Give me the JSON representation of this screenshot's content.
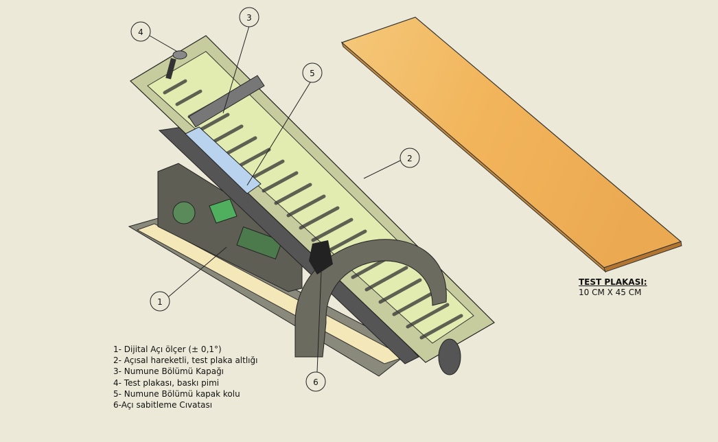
{
  "legend": {
    "items": [
      "1- Dijital Açı ölçer  (± 0,1°)",
      "2- Açısal hareketli, test plaka altlığı",
      "3- Numune Bölümü Kapağı",
      "4- Test plakası, baskı pimi",
      "5- Numune Bölümü kapak kolu",
      "6-Açı sabitleme Cıvatası"
    ]
  },
  "test_plate": {
    "title": "TEST PLAKASI:",
    "size": "10 CM X 45 CM"
  },
  "callouts": [
    "1",
    "2",
    "3",
    "4",
    "5",
    "6"
  ],
  "colors": {
    "background": "#ECE9D8",
    "wood": "#F0B860",
    "tray": "#B9BE92",
    "metal": "#6F6F63"
  }
}
